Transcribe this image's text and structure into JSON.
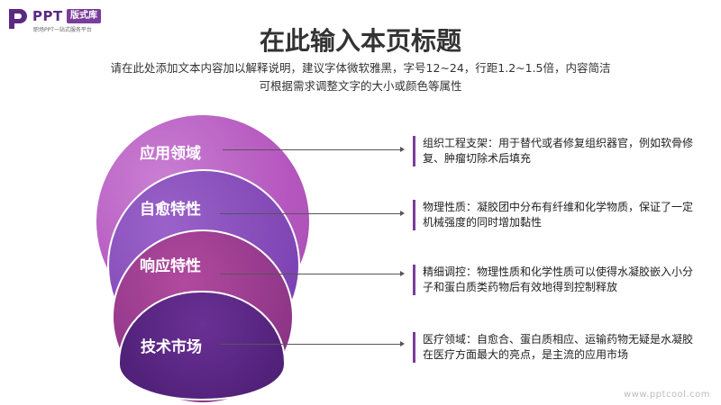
{
  "logo": {
    "brand": "PPT",
    "badge": "版式库",
    "tagline": "职场PPT一站式服务平台"
  },
  "title": "在此输入本页标题",
  "subtitle": {
    "line1": "请在此处添加文本内容加以解释说明，建议字体微软雅黑，字号12~24，行距1.2~1.5倍，内容简洁",
    "line2": "可根据需求调整文字的大小或颜色等属性"
  },
  "rings": [
    {
      "label": "应用领域",
      "color": "#b557bf"
    },
    {
      "label": "自愈特性",
      "color": "#7f45b4"
    },
    {
      "label": "响应特性",
      "color": "#8e3587"
    },
    {
      "label": "技术市场",
      "color": "#53237c"
    }
  ],
  "items": [
    {
      "text": "组织工程支架：用于替代或者修复组织器官，例如软骨修复、肿瘤切除术后填充"
    },
    {
      "text": "物理性质：凝胶团中分布有纤维和化学物质，保证了一定机械强度的同时增加黏性"
    },
    {
      "text": "精细调控：物理性质和化学性质可以使得水凝胶嵌入小分子和蛋白质类药物后有效地得到控制释放"
    },
    {
      "text": "医疗领域：自愈合、蛋白质相应、运输药物无疑是水凝胶在医疗方面最大的亮点，是主流的应用市场"
    }
  ],
  "watermark": "www.pptcool.com",
  "accent": "#7a3d9a"
}
